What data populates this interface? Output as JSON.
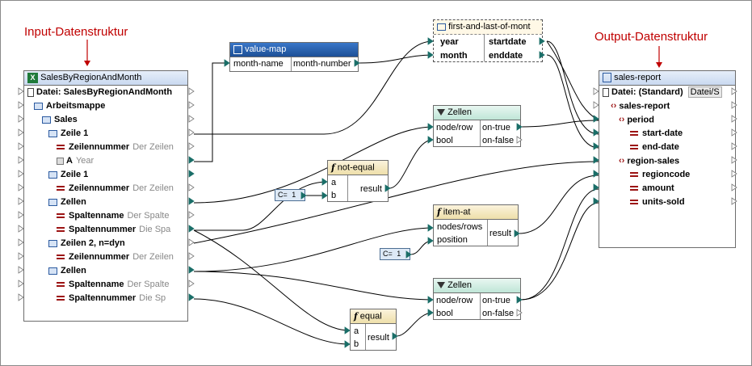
{
  "labels": {
    "input": "Input-Datenstruktur",
    "output": "Output-Datenstruktur"
  },
  "source": {
    "title": "SalesByRegionAndMonth",
    "rows": [
      {
        "name": "Datei: SalesByRegionAndMonth",
        "extra": ""
      },
      {
        "name": "Arbeitsmappe",
        "extra": ""
      },
      {
        "name": "Sales",
        "extra": ""
      },
      {
        "name": "Zeile 1",
        "extra": ""
      },
      {
        "name": "Zeilennummer",
        "extra": "Der Zeilen"
      },
      {
        "name": "A",
        "extra": "Year"
      },
      {
        "name": "Zeile 1",
        "extra": ""
      },
      {
        "name": "Zeilennummer",
        "extra": "Der Zeilen"
      },
      {
        "name": "Zellen",
        "extra": ""
      },
      {
        "name": "Spaltenname",
        "extra": "Der Spalte"
      },
      {
        "name": "Spaltennummer",
        "extra": "Die Spa"
      },
      {
        "name": "Zeilen 2, n=dyn",
        "extra": ""
      },
      {
        "name": "Zeilennummer",
        "extra": "Der Zeilen"
      },
      {
        "name": "Zellen",
        "extra": ""
      },
      {
        "name": "Spaltenname",
        "extra": "Der Spalte"
      },
      {
        "name": "Spaltennummer",
        "extra": "Die Sp"
      }
    ]
  },
  "value_map": {
    "title": "value-map",
    "input": "month-name",
    "output": "month-number"
  },
  "first_last": {
    "title": "first-and-last-of-mont",
    "in1": "year",
    "in2": "month",
    "out1": "startdate",
    "out2": "enddate"
  },
  "filter1": {
    "title": "Zellen",
    "in1": "node/row",
    "in2": "bool",
    "out1": "on-true",
    "out2": "on-false"
  },
  "not_equal": {
    "title": "not-equal",
    "a": "a",
    "b": "b",
    "result": "result",
    "const": "1"
  },
  "item_at": {
    "title": "item-at",
    "in1": "nodes/rows",
    "in2": "position",
    "result": "result",
    "const": "1"
  },
  "filter2": {
    "title": "Zellen",
    "in1": "node/row",
    "in2": "bool",
    "out1": "on-true",
    "out2": "on-false"
  },
  "equal": {
    "title": "equal",
    "a": "a",
    "b": "b",
    "result": "result"
  },
  "target": {
    "title": "sales-report",
    "rows": [
      {
        "name": "Datei: (Standard)",
        "extra": "Datei/S"
      },
      {
        "name": "sales-report",
        "extra": ""
      },
      {
        "name": "period",
        "extra": ""
      },
      {
        "name": "start-date",
        "extra": ""
      },
      {
        "name": "end-date",
        "extra": ""
      },
      {
        "name": "region-sales",
        "extra": ""
      },
      {
        "name": "regioncode",
        "extra": ""
      },
      {
        "name": "amount",
        "extra": ""
      },
      {
        "name": "units-sold",
        "extra": ""
      }
    ]
  },
  "colors": {
    "caption": "#c00000",
    "wire": "#000000",
    "port": "#1a6e68"
  }
}
